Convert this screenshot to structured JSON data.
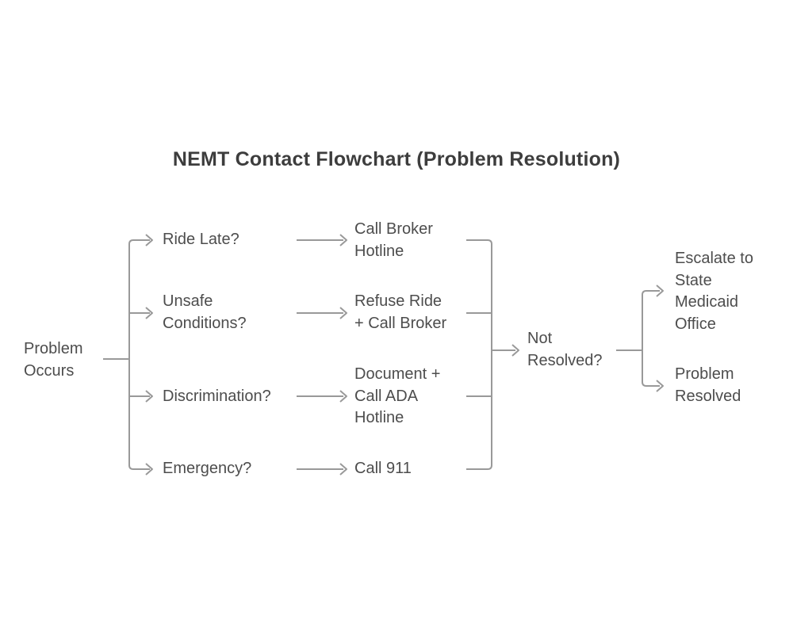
{
  "title": "NEMT Contact Flowchart (Problem Resolution)",
  "colors": {
    "background": "#ffffff",
    "line": "#999999",
    "text": "#4d4d4d",
    "title": "#3d3d3d"
  },
  "flowchart": {
    "root": {
      "label": "Problem\nOccurs"
    },
    "branches": [
      {
        "label": "Ride Late?",
        "action": "Call Broker\nHotline"
      },
      {
        "label": "Unsafe\nConditions?",
        "action": "Refuse Ride\n+ Call Broker"
      },
      {
        "label": "Discrimination?",
        "action": "Document +\nCall ADA\nHotline"
      },
      {
        "label": "Emergency?",
        "action": "Call 911"
      }
    ],
    "merge": {
      "label": "Not\nResolved?"
    },
    "outcomes": [
      {
        "label": "Escalate to\nState\nMedicaid\nOffice"
      },
      {
        "label": "Problem\nResolved"
      }
    ]
  }
}
